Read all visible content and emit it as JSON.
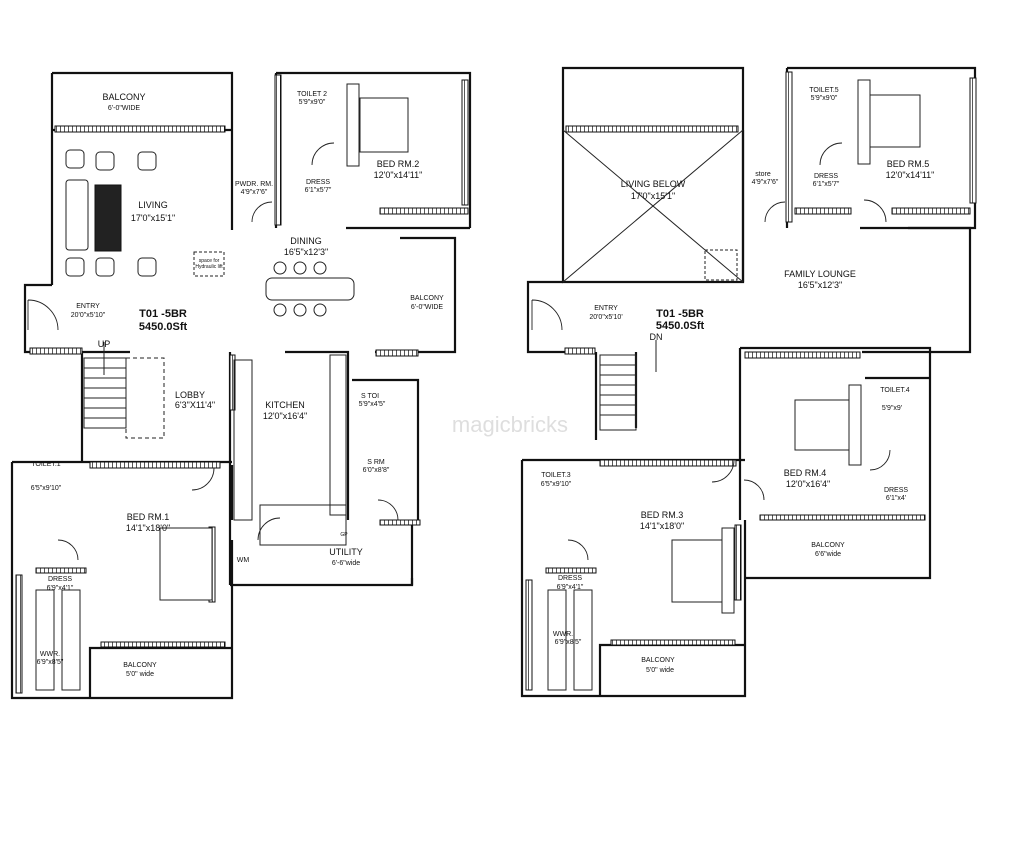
{
  "watermark": "magicbricks",
  "left_plan": {
    "title": "T01 -5BR",
    "area": "5450.0Sft",
    "stair_label": "UP",
    "rooms": {
      "balcony_top": {
        "name": "BALCONY",
        "size": "6'-0\"WIDE"
      },
      "living": {
        "name": "LIVING",
        "size": "17'0\"x15'1\""
      },
      "toilet2": {
        "name": "TOILET 2",
        "size": "5'9\"x9'0\""
      },
      "bed2": {
        "name": "BED RM.2",
        "size": "12'0\"x14'11\""
      },
      "powder": {
        "name": "PWDR. RM.",
        "size": "4'9\"x7'6\""
      },
      "dress2": {
        "name": "DRESS",
        "size": "6'1\"x5'7\""
      },
      "lift": {
        "name": "space for",
        "size": "Hydraulic lift"
      },
      "dining": {
        "name": "DINING",
        "size": "16'5\"x12'3\""
      },
      "entry": {
        "name": "ENTRY",
        "size": "20'0\"x5'10\""
      },
      "balcony_right": {
        "name": "BALCONY",
        "size": "6'-0\"WIDE"
      },
      "lobby": {
        "name": "LOBBY",
        "size": "6'3\"X11'4\""
      },
      "kitchen": {
        "name": "KITCHEN",
        "size": "12'0\"x16'4\""
      },
      "s_toi": {
        "name": "S TOI",
        "size": "5'9\"x4'5\""
      },
      "s_rm": {
        "name": "S RM",
        "size": "6'0\"x8'8\""
      },
      "toilet1": {
        "name": "TOILET.1",
        "size": "6'5\"x9'10\""
      },
      "bed1": {
        "name": "BED RM.1",
        "size": "14'1\"x18'0\""
      },
      "dress1": {
        "name": "DRESS",
        "size": "6'9\"x4'1\""
      },
      "wwr1": {
        "name": "WWR.",
        "size": "6'9\"x8'5\""
      },
      "balcony_bottom": {
        "name": "BALCONY",
        "size": "5'0\" wide"
      },
      "utility": {
        "name": "UTILITY",
        "size": "6'-6\"wide"
      },
      "wm": {
        "name": "WM",
        "size": ""
      },
      "gp": {
        "name": "GP",
        "size": ""
      }
    }
  },
  "right_plan": {
    "title": "T01 -5BR",
    "area": "5450.0Sft",
    "stair_label": "DN",
    "rooms": {
      "living_below": {
        "name": "LIVING BELOW",
        "size": "17'0\"x15'1\""
      },
      "toilet5": {
        "name": "TOILET.5",
        "size": "5'9\"x9'0\""
      },
      "bed5": {
        "name": "BED RM.5",
        "size": "12'0\"x14'11\""
      },
      "store": {
        "name": "store",
        "size": "4'9\"x7'6\""
      },
      "dress5": {
        "name": "DRESS",
        "size": "6'1\"x5'7\""
      },
      "family": {
        "name": "FAMILY LOUNGE",
        "size": "16'5\"x12'3\""
      },
      "entry": {
        "name": "ENTRY",
        "size": "20'0\"x5'10'"
      },
      "toilet4": {
        "name": "TOILET.4",
        "size": "5'9\"x9'"
      },
      "bed4": {
        "name": "BED RM.4",
        "size": "12'0\"x16'4\""
      },
      "dress4": {
        "name": "DRESS",
        "size": "6'1\"x4'"
      },
      "toilet3": {
        "name": "TOILET.3",
        "size": "6'5\"x9'10\""
      },
      "bed3": {
        "name": "BED RM.3",
        "size": "14'1\"x18'0\""
      },
      "dress3": {
        "name": "DRESS",
        "size": "6'9\"x4'1\""
      },
      "wwr3": {
        "name": "WWR.",
        "size": "6'9\"x8'5\""
      },
      "balcony_bottom": {
        "name": "BALCONY",
        "size": "5'0\" wide"
      },
      "balcony_right": {
        "name": "BALCONY",
        "size": "6'6\"wide"
      }
    }
  }
}
